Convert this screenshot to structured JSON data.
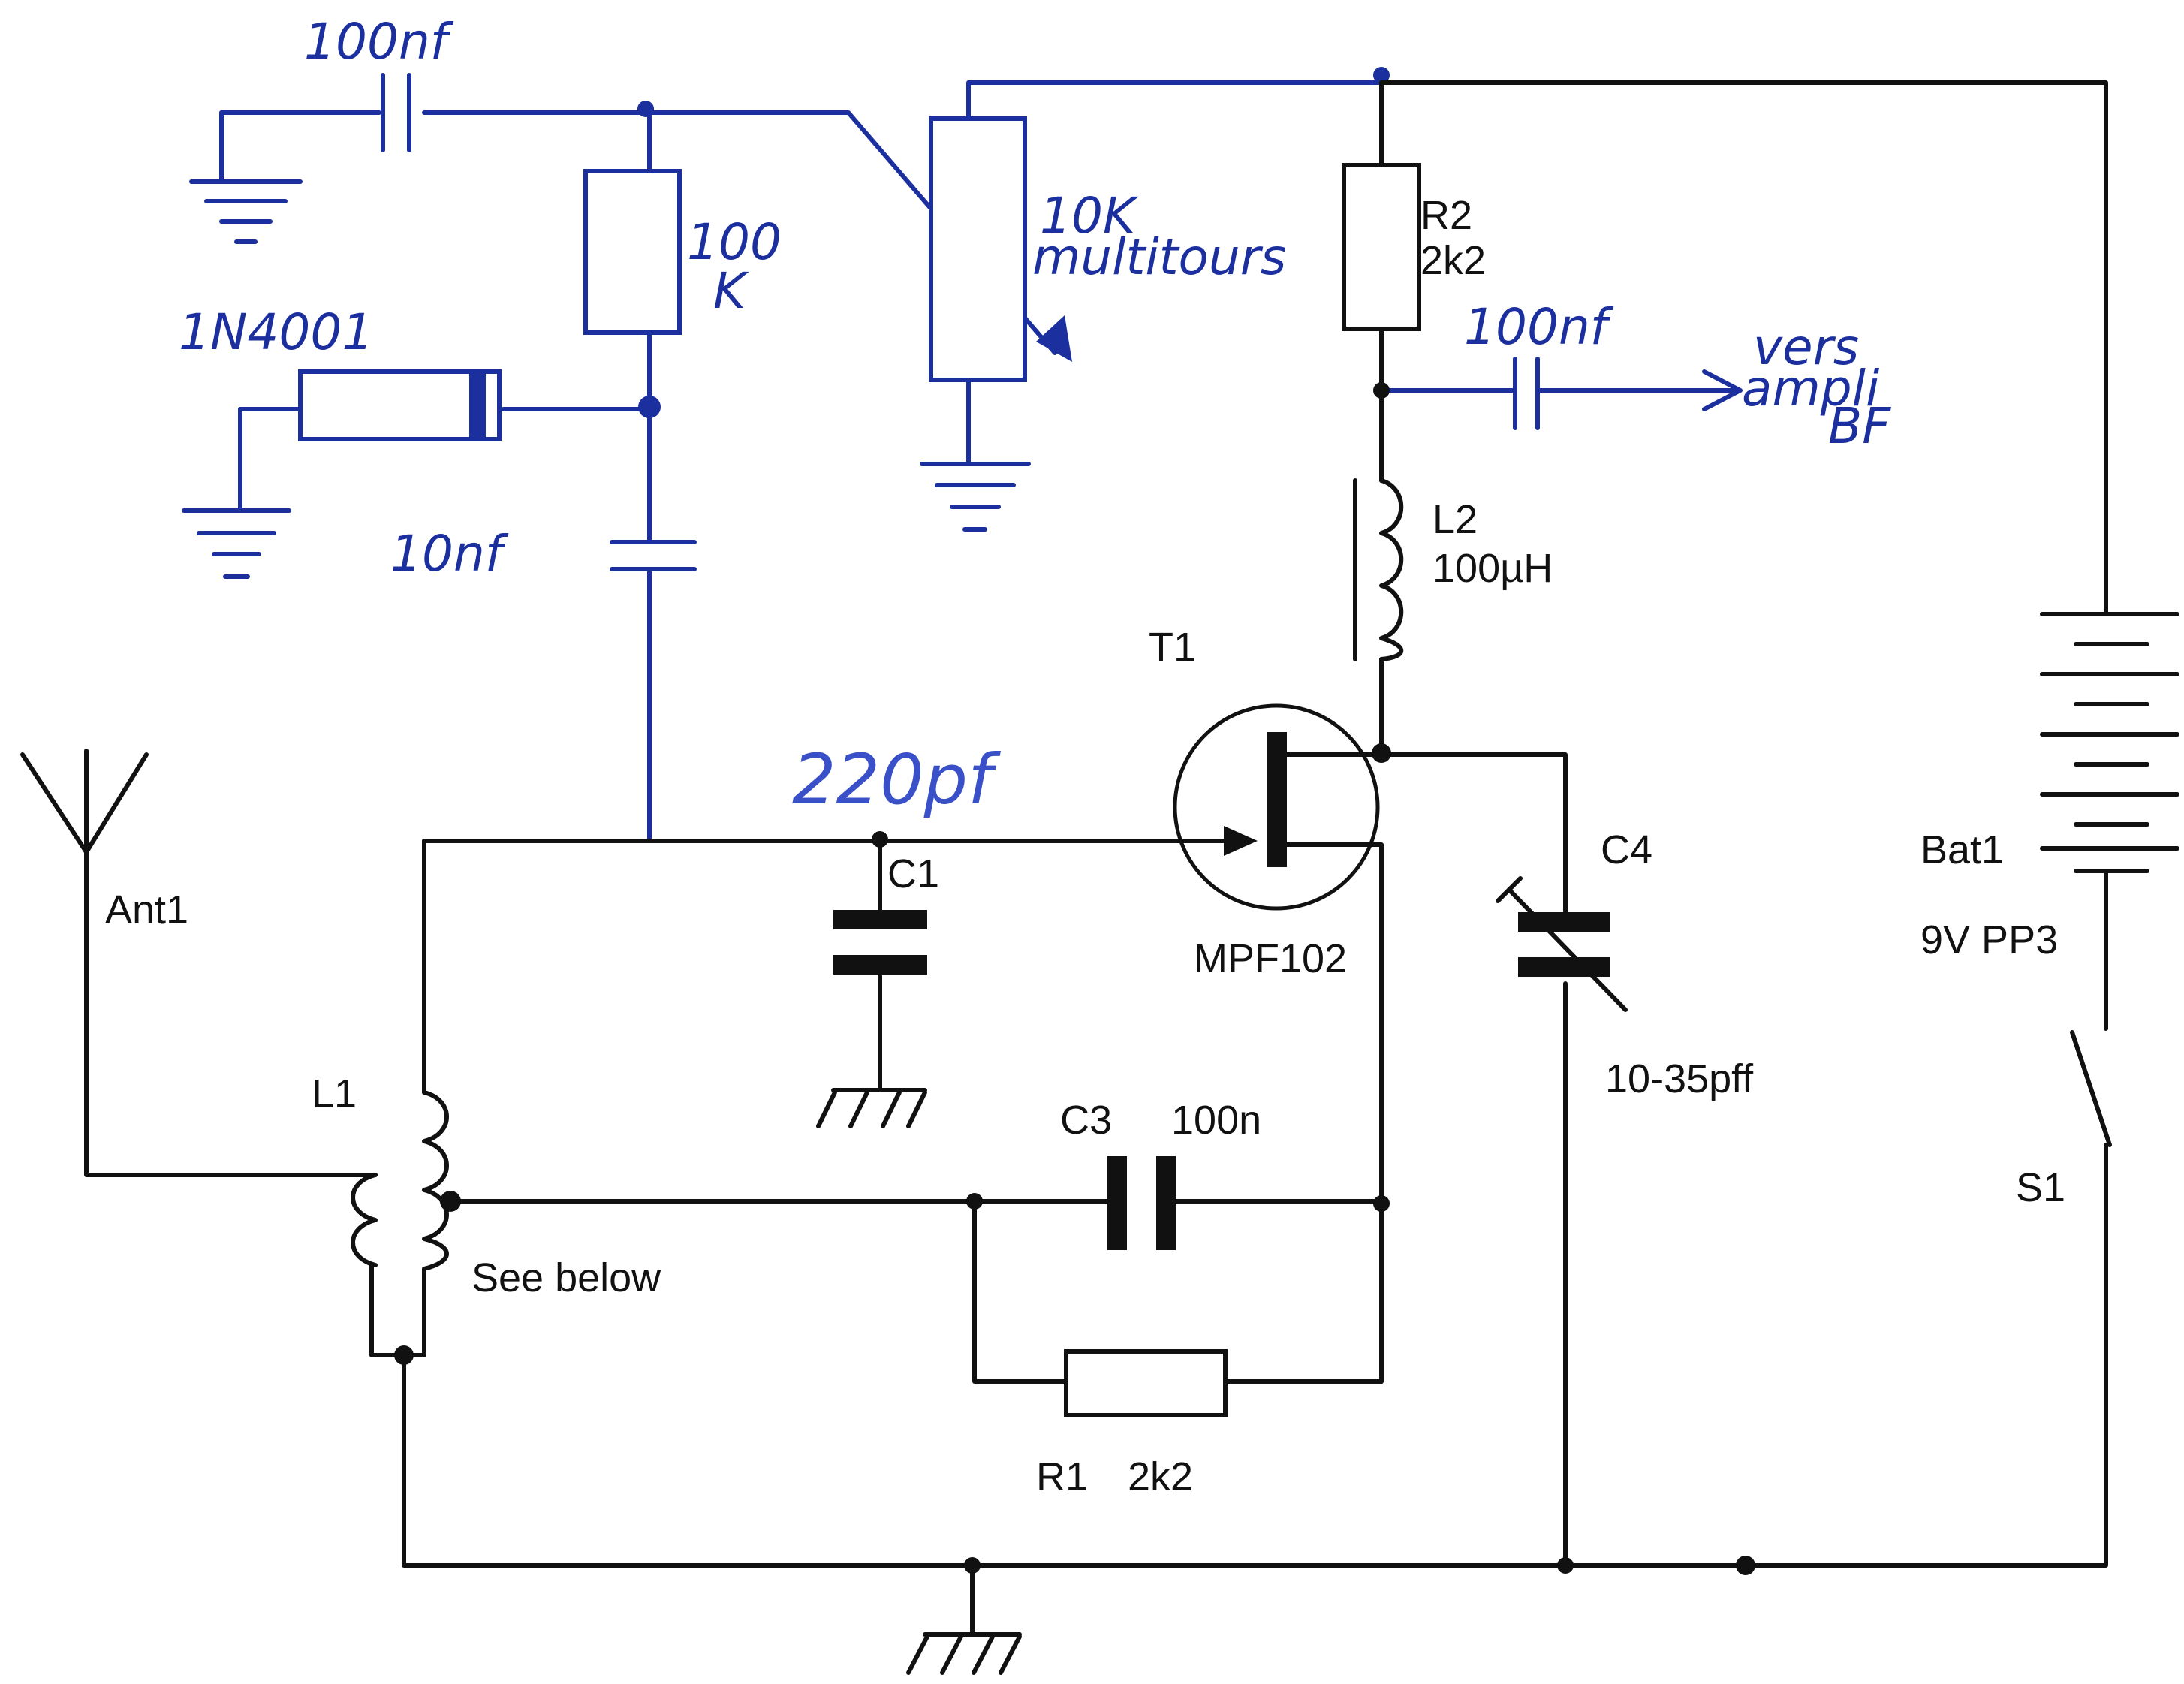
{
  "colors": {
    "wire_black": "#111111",
    "wire_blue": "#1c2f9e",
    "label_blue_light": "#3a50c8",
    "background": "#ffffff"
  },
  "labels": {
    "cap_top": "100nf",
    "resistor_100k": "100\nK",
    "pot": "10K\nmultitours",
    "diode": "1N4001",
    "cap_10nf": "10nf",
    "cap_220pf": "220pf",
    "r2_name": "R2",
    "r2_value": "2k2",
    "cap_out": "100nf",
    "out_text": "vers\nampli\nBF",
    "l2_name": "L2",
    "l2_value": "100µH",
    "t1_name": "T1",
    "t1_part": "MPF102",
    "c1_name": "C1",
    "c4_name": "C4",
    "c4_value": "10-35pff",
    "bat_name": "Bat1",
    "bat_value": "9V PP3",
    "ant_name": "Ant1",
    "l1_name": "L1",
    "l1_note": "See below",
    "c3_name": "C3",
    "c3_value": "100n",
    "r1_name": "R1",
    "r1_value": "2k2",
    "s1_name": "S1"
  }
}
